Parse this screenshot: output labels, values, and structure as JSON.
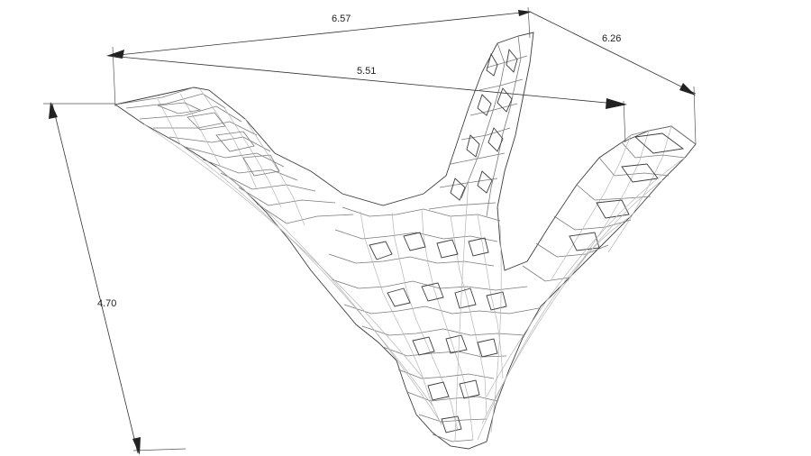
{
  "dimensions": {
    "top_width": "6.57",
    "depth": "6.26",
    "mid_width": "5.51",
    "height": "4.70"
  },
  "colors": {
    "background": "#ffffff",
    "mesh": "#7a7a7a",
    "dimension": "#333333"
  }
}
